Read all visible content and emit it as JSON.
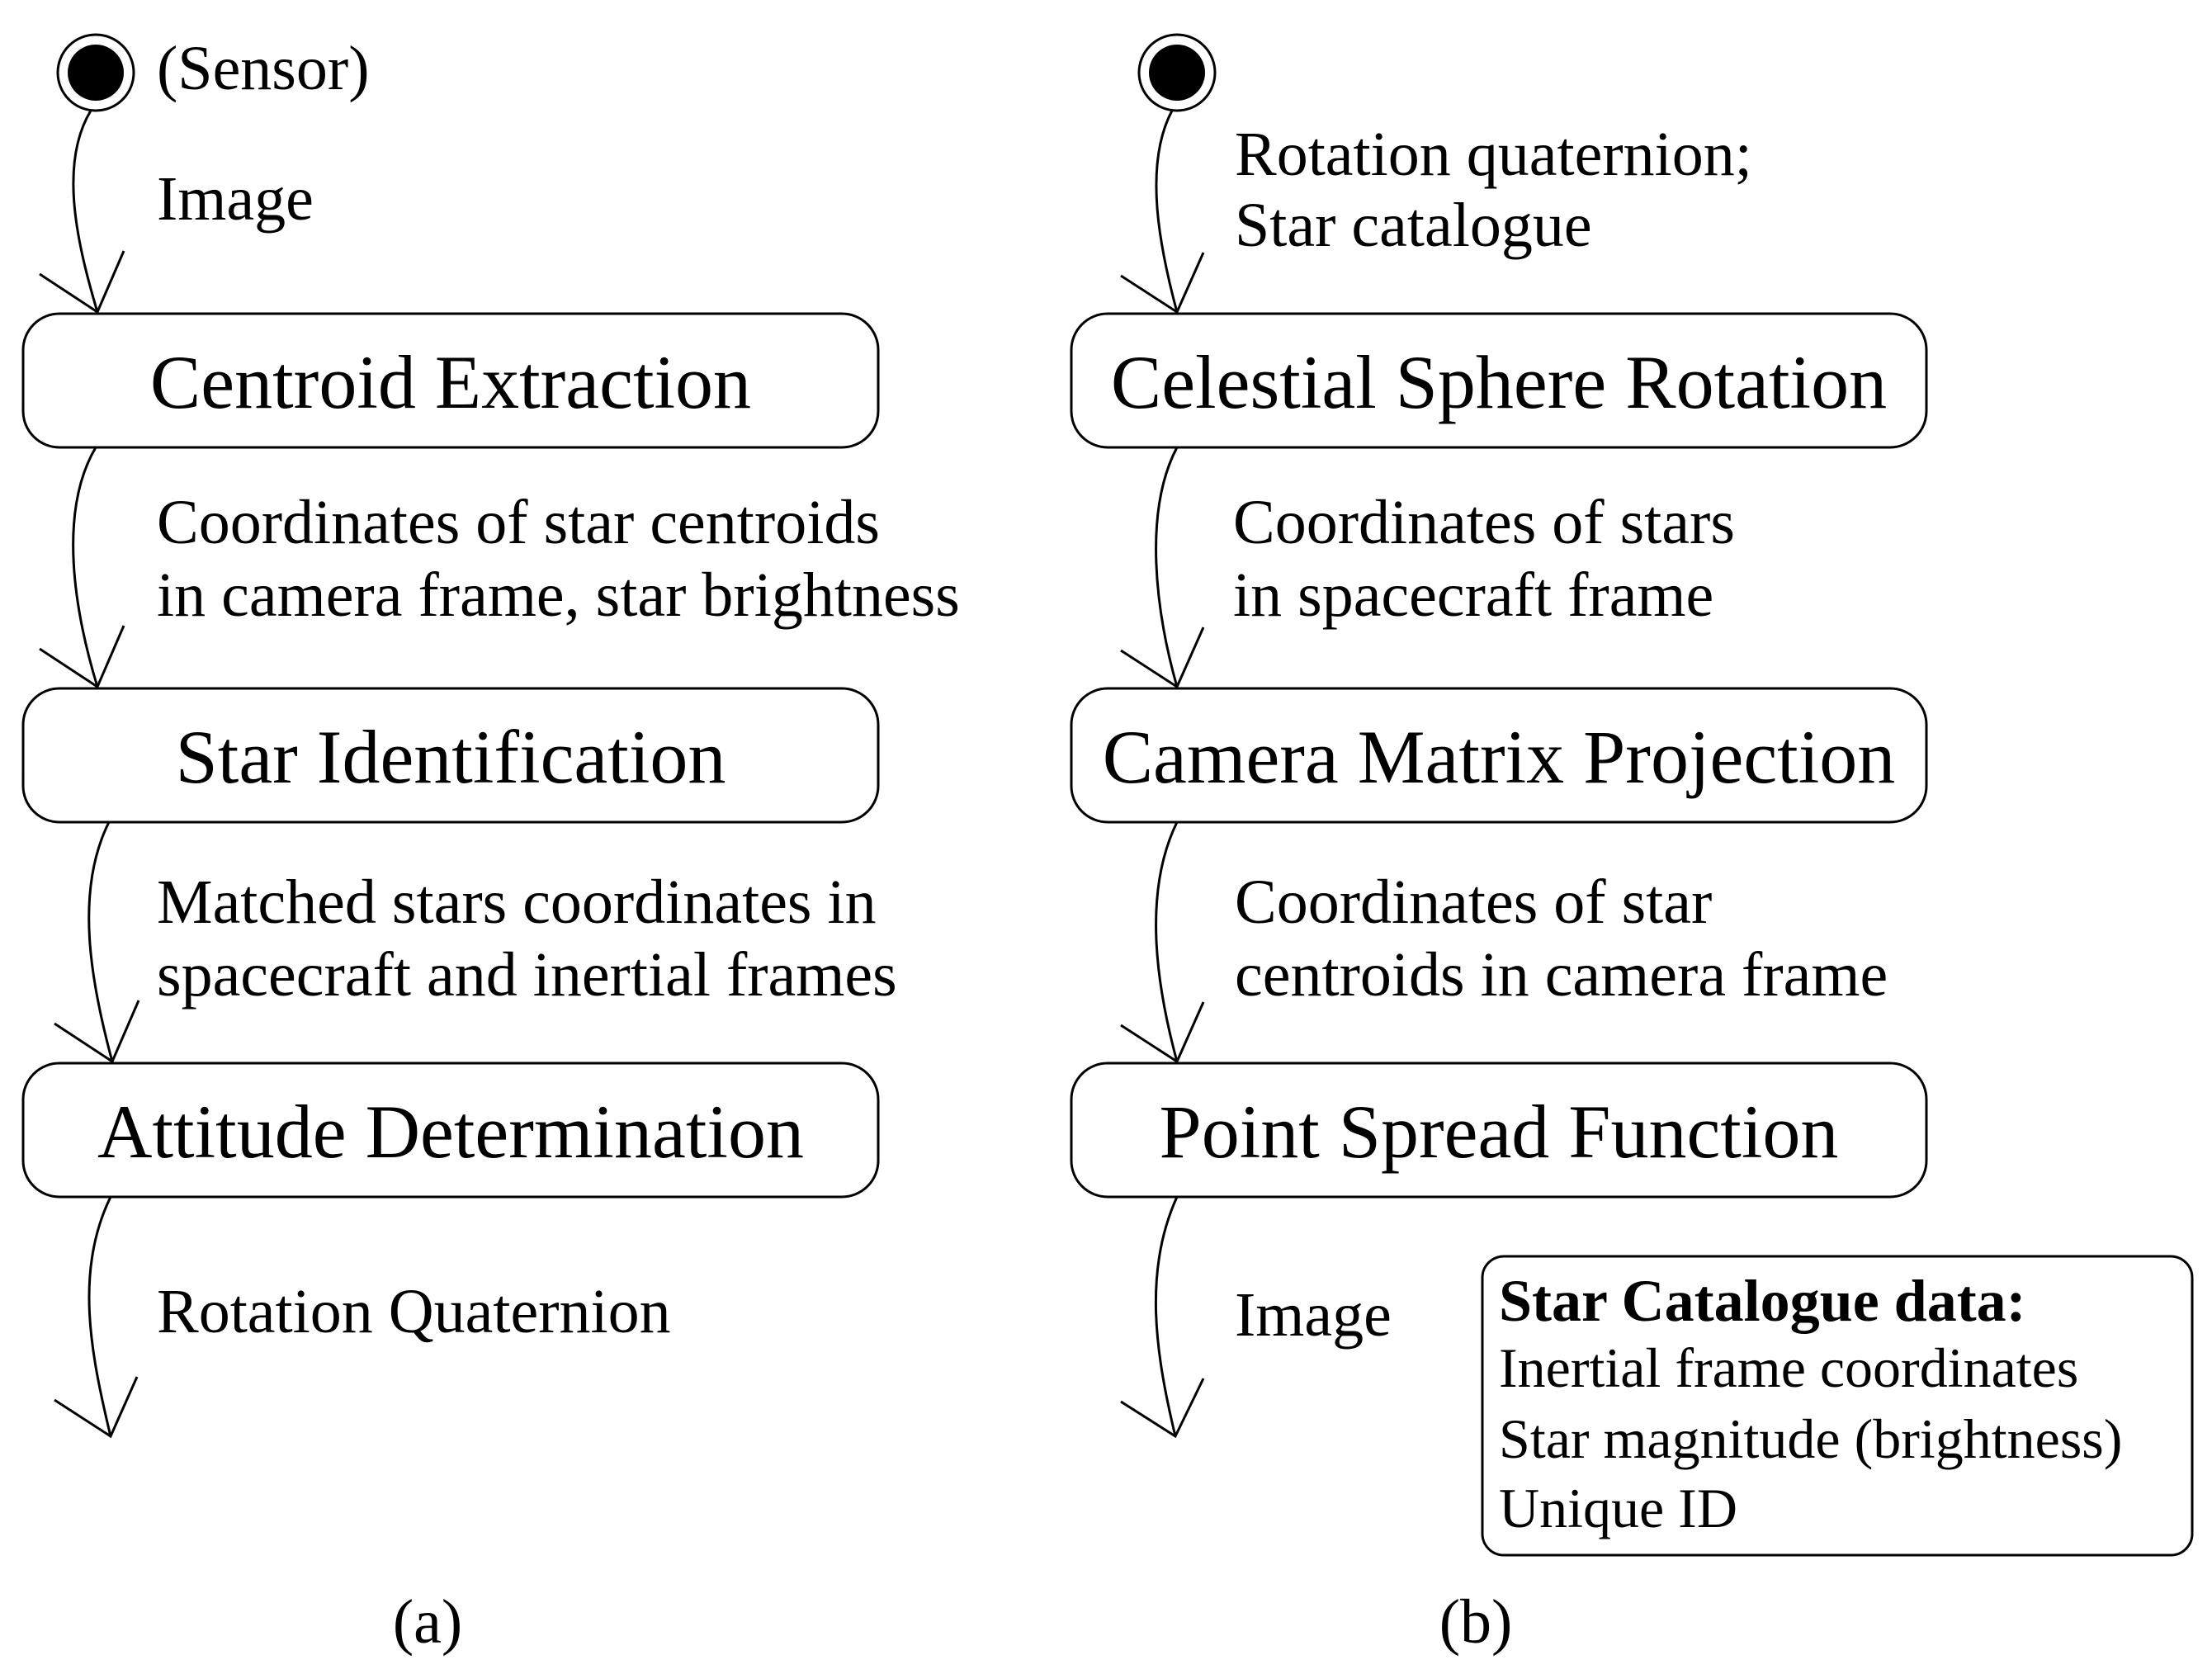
{
  "panel_a": {
    "start_label": "(Sensor)",
    "boxes": [
      "Centroid Extraction",
      "Star Identification",
      "Attitude Determination"
    ],
    "flows": [
      [
        "Image"
      ],
      [
        "Coordinates of star centroids",
        "in camera frame, star brightness"
      ],
      [
        "Matched stars coordinates in",
        "spacecraft and inertial frames"
      ],
      [
        "Rotation Quaternion"
      ]
    ],
    "caption": "(a)"
  },
  "panel_b": {
    "boxes": [
      "Celestial Sphere Rotation",
      "Camera Matrix Projection",
      "Point Spread Function"
    ],
    "flows": [
      [
        "Rotation quaternion;",
        "Star catalogue"
      ],
      [
        "Coordinates of stars",
        "in spacecraft frame"
      ],
      [
        "Coordinates of star",
        "centroids in camera frame"
      ],
      [
        "Image"
      ]
    ],
    "caption": "(b)"
  },
  "note": {
    "title": "Star Catalogue data:",
    "lines": [
      "Inertial frame coordinates",
      "Star magnitude (brightness)",
      "Unique ID"
    ]
  }
}
